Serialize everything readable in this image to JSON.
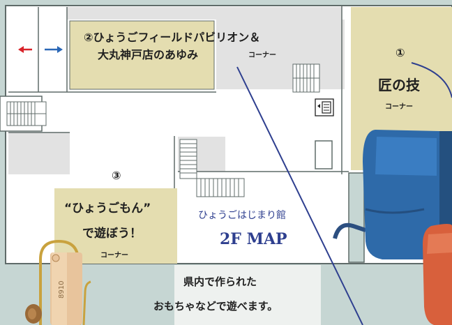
{
  "floor": {
    "building_name": "ひょうごはじまり館",
    "map_title": "2F MAP",
    "colors": {
      "zone": "#e4ddb0",
      "room": "#e2e2e2",
      "floor": "#ffffff",
      "wall": "#5f6b69",
      "accent_blue": "#2e3f8f",
      "arrow_red": "#d8232a",
      "arrow_blue": "#2a67b6"
    }
  },
  "zones": {
    "pavilion": {
      "number": "②",
      "title_line1": "②ひょうごフィールドパビリオン＆",
      "title_line2": "大丸神戸店のあゆみ",
      "suffix": "コーナー"
    },
    "takumi": {
      "number": "①",
      "title": "匠の技",
      "suffix": "コーナー"
    },
    "omocha": {
      "number": "③",
      "title_line1": "“ひょうごもん”",
      "title_line2": "で遊ぼう！",
      "suffix": "コーナー"
    }
  },
  "caption": {
    "line1": "県内で作られた",
    "line2": "おもちゃなどで遊べます。"
  },
  "icons": {
    "elevator": "elevator-icon",
    "stairs": "stairs-icon",
    "arrow_left": "red-left-arrow-icon",
    "arrow_right": "blue-right-arrow-icon"
  },
  "photos": {
    "toy_text": "8910"
  }
}
